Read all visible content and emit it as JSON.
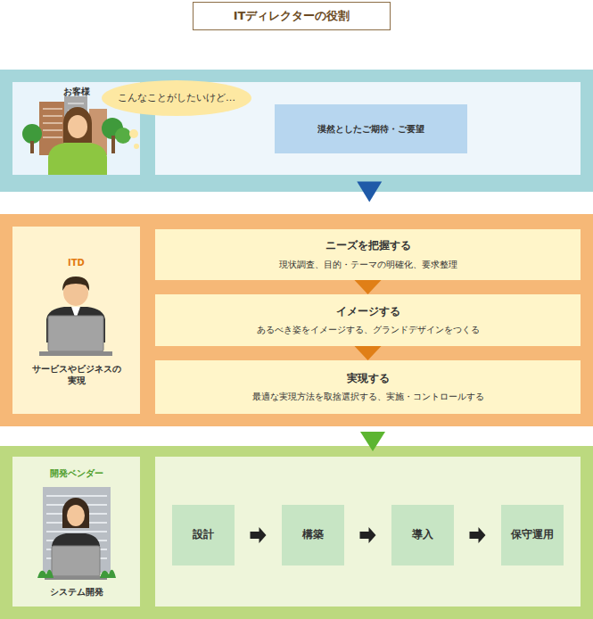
{
  "diagram": {
    "title": "ITディレクターの役割",
    "nodes": [
      {
        "text": [
          "お客様"
        ]
      },
      {
        "text": [
          "こんなことがしたいけど…"
        ]
      },
      {
        "text": [
          "漠然としたご期待・ご要望"
        ]
      },
      {
        "text": [
          "ITD",
          "サービスやビジネスの 実現"
        ]
      },
      {
        "text": [
          "ニーズを把握する",
          "現状調査、目的・テーマの明確化、要求整理"
        ]
      },
      {
        "text": [
          "イメージする",
          "あるべき姿をイメージする、グランドデザインをつくる"
        ]
      },
      {
        "text": [
          "実現する",
          "最適な実現方法を取捨選択する、実施・コントロールする"
        ]
      },
      {
        "text": [
          "開発ベンダー",
          "システム開発"
        ]
      },
      {
        "text": [
          "設計"
        ]
      },
      {
        "text": [
          "構築"
        ]
      },
      {
        "text": [
          "導入"
        ]
      },
      {
        "text": [
          "保守運用"
        ]
      }
    ],
    "edges": [
      {
        "from": 2,
        "to": 4,
        "arrow": "to"
      },
      {
        "from": 4,
        "to": 5,
        "arrow": "to"
      },
      {
        "from": 5,
        "to": 6,
        "arrow": "to"
      },
      {
        "from": 8,
        "to": 9,
        "arrow": "to"
      },
      {
        "from": 9,
        "to": 10,
        "arrow": "to"
      },
      {
        "from": 10,
        "to": 11,
        "arrow": "to"
      }
    ]
  }
}
